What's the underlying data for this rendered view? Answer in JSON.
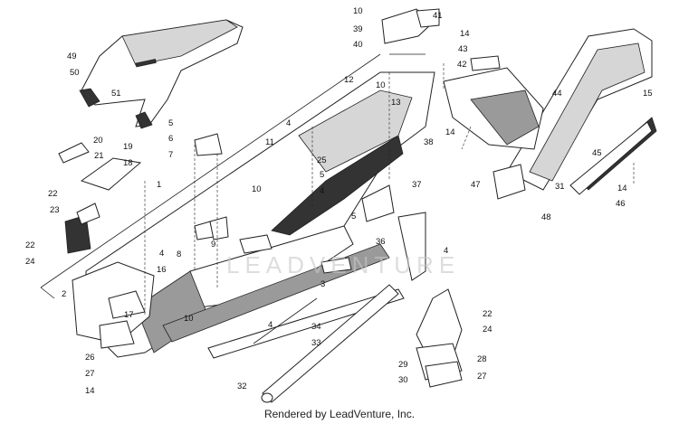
{
  "footer": {
    "text": "Rendered by LeadVenture, Inc."
  },
  "watermark": {
    "text": "LEADVENTURE"
  },
  "callouts": [
    "10",
    "41",
    "39",
    "40",
    "14",
    "43",
    "42",
    "49",
    "50",
    "12",
    "10",
    "13",
    "44",
    "15",
    "51",
    "14",
    "5",
    "4",
    "6",
    "7",
    "11",
    "38",
    "20",
    "19",
    "21",
    "18",
    "25",
    "5",
    "4",
    "37",
    "47",
    "1",
    "10",
    "31",
    "14",
    "48",
    "46",
    "45",
    "22",
    "23",
    "22",
    "24",
    "2",
    "4",
    "16",
    "8",
    "9",
    "5",
    "36",
    "4",
    "3",
    "17",
    "10",
    "34",
    "4",
    "33",
    "26",
    "27",
    "14",
    "32",
    "22",
    "24",
    "28",
    "29",
    "30",
    "27"
  ]
}
